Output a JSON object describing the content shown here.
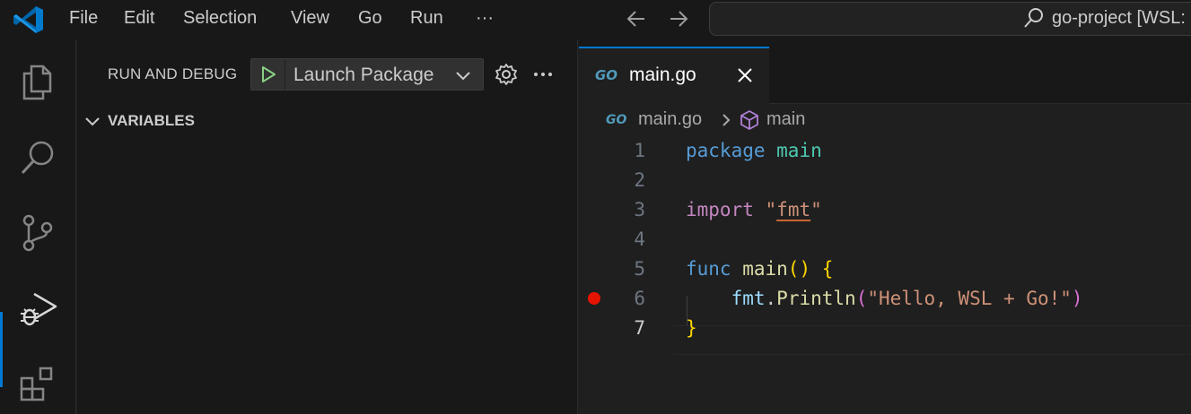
{
  "titlebar": {
    "menu": [
      "File",
      "Edit",
      "Selection",
      "View",
      "Go",
      "Run",
      "···"
    ],
    "command_center_text": "go-project [WSL:"
  },
  "sidebar": {
    "title": "RUN AND DEBUG",
    "launch_config": "Launch Package",
    "variables_label": "VARIABLES"
  },
  "editor": {
    "tab": {
      "label": "main.go",
      "badge": "GO"
    },
    "breadcrumb": {
      "file": "main.go",
      "symbol": "main",
      "badge": "GO"
    },
    "lines": [
      {
        "number": "1",
        "segments": [
          {
            "t": "package ",
            "c": "kw"
          },
          {
            "t": "main",
            "c": "ty"
          }
        ]
      },
      {
        "number": "2",
        "segments": []
      },
      {
        "number": "3",
        "segments": [
          {
            "t": "import ",
            "c": "kw2"
          },
          {
            "t": "\"",
            "c": "str"
          },
          {
            "t": "fmt",
            "c": "str squiggle"
          },
          {
            "t": "\"",
            "c": "str"
          }
        ]
      },
      {
        "number": "4",
        "segments": []
      },
      {
        "number": "5",
        "segments": [
          {
            "t": "func ",
            "c": "kw"
          },
          {
            "t": "main",
            "c": "fn"
          },
          {
            "t": "() {",
            "c": "br1"
          }
        ]
      },
      {
        "number": "6",
        "breakpoint": true,
        "segments": [
          {
            "t": "    ",
            "c": "plain"
          },
          {
            "t": "fmt",
            "c": "var"
          },
          {
            "t": ".",
            "c": "plain"
          },
          {
            "t": "Println",
            "c": "fn"
          },
          {
            "t": "(",
            "c": "br2"
          },
          {
            "t": "\"Hello, WSL + Go!\"",
            "c": "str"
          },
          {
            "t": ")",
            "c": "br2"
          }
        ]
      },
      {
        "number": "7",
        "active": true,
        "segments": [
          {
            "t": "}",
            "c": "br1"
          }
        ]
      }
    ]
  },
  "colors": {
    "accent": "#0078d4",
    "breakpoint": "#e51400",
    "run_green": "#89d185"
  }
}
